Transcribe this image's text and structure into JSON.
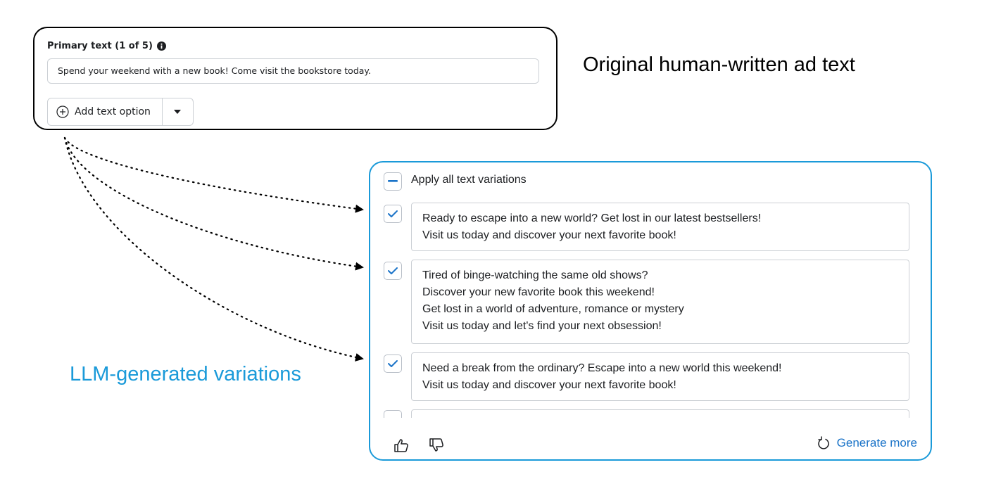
{
  "primary": {
    "title": "Primary text (1 of 5)",
    "text": "Spend your weekend with a new book! Come visit the bookstore today.",
    "add_button": "Add text option"
  },
  "captions": {
    "original": "Original human-written ad text",
    "llm": "LLM-generated variations"
  },
  "variations": {
    "apply_all_label": "Apply all text variations",
    "items": [
      {
        "checked": true,
        "lines": [
          "Ready to escape into a new world? Get lost in our latest bestsellers!",
          "Visit us today and discover your next favorite book!"
        ]
      },
      {
        "checked": true,
        "lines": [
          "Tired of binge-watching the same old shows?",
          "Discover your new favorite book this weekend!",
          "Get lost in a world of adventure, romance or mystery",
          "Visit us today and let's find your next obsession!"
        ]
      },
      {
        "checked": true,
        "lines": [
          "Need a break from the ordinary? Escape into a new world this weekend!",
          "Visit us today and discover your next favorite book!"
        ]
      }
    ],
    "generate_more": "Generate more"
  },
  "colors": {
    "accent_blue": "#1a9ad9",
    "link_blue": "#1a73c8",
    "border_gray": "#ccd0d5"
  }
}
